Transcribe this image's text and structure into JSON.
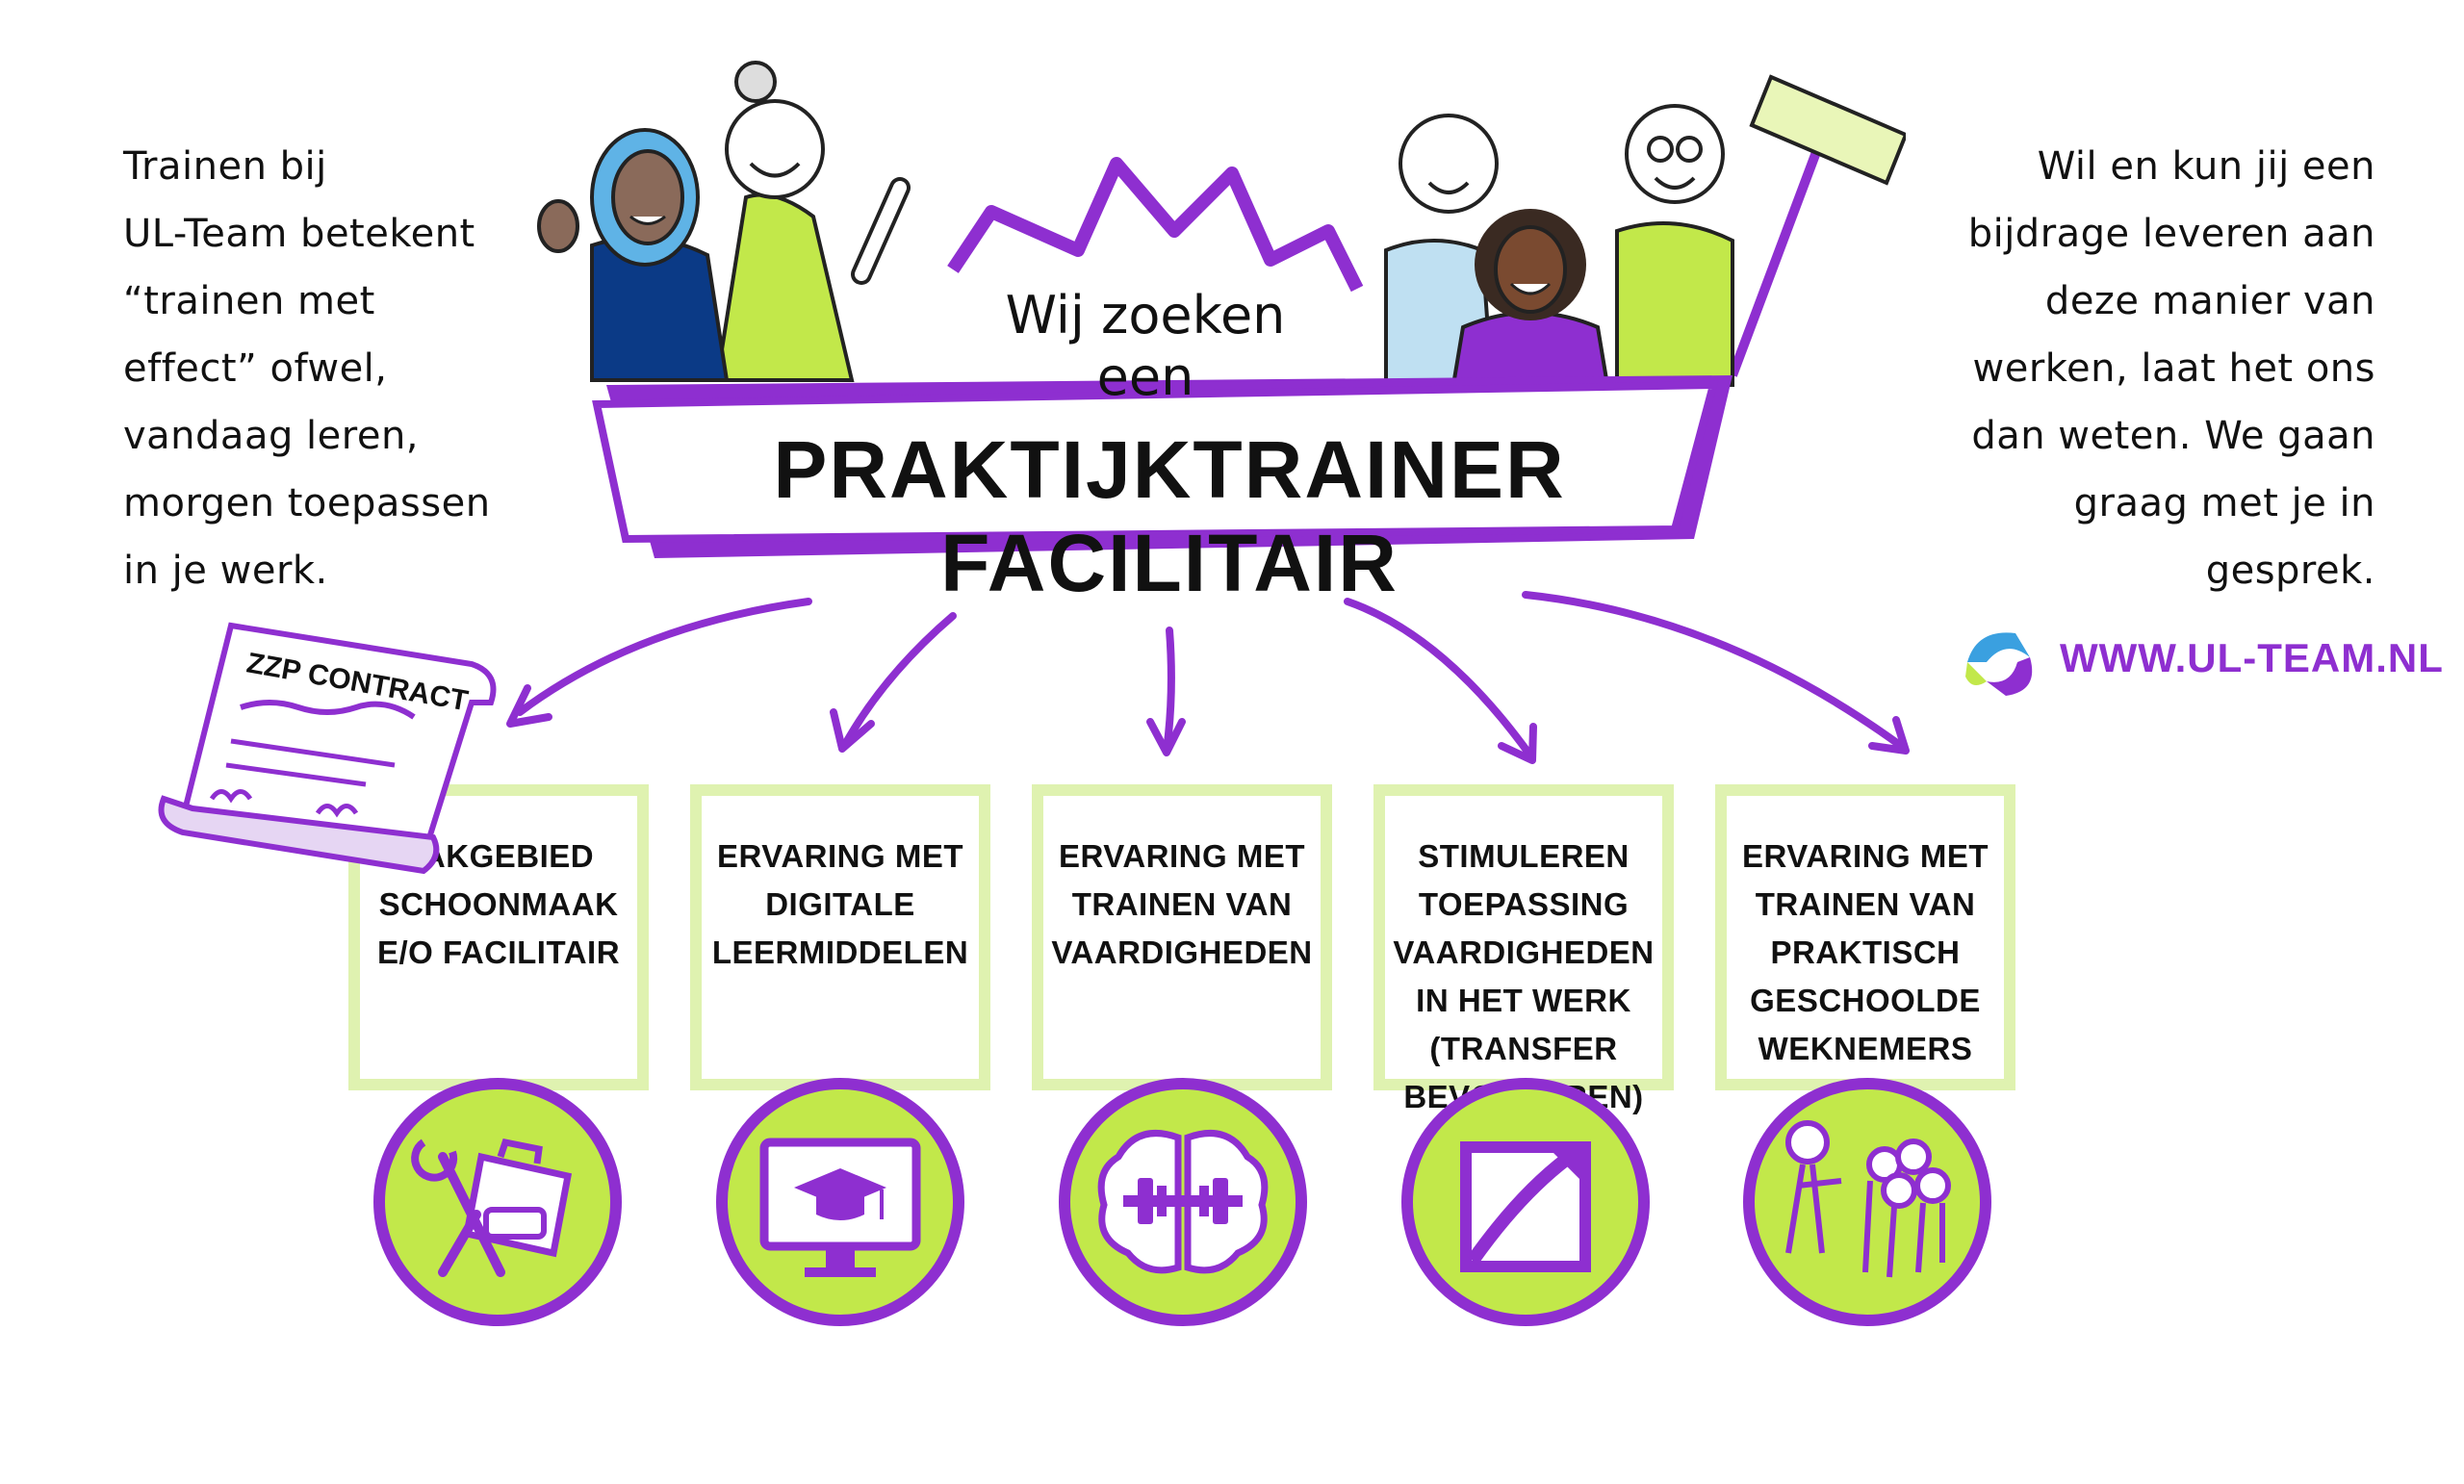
{
  "left_text": [
    "Trainen bij",
    "UL-Team betekent",
    "“trainen met",
    "effect” ofwel,",
    "vandaag leren,",
    "morgen toepassen",
    "in je werk."
  ],
  "right_text": [
    "Wil en kun jij een",
    "bijdrage leveren aan",
    "deze manier van",
    "werken, laat het ons",
    "dan weten. We gaan",
    "graag met je in",
    "gesprek."
  ],
  "banner": {
    "subtitle_line1": "Wij zoeken",
    "subtitle_line2": "een",
    "title_word1": "PRAKTIJKTRAINER",
    "title_word2": "FACILITAIR"
  },
  "scroll_label": "ZZP CONTRACT",
  "cards": [
    {
      "text": "Vakgebied schoonmaak e/o facilitair",
      "icon": "cleaning-tools-icon"
    },
    {
      "text": "Ervaring met digitale leermiddelen",
      "icon": "monitor-graduation-cap-icon"
    },
    {
      "text": "Ervaring met trainen van vaardigheden",
      "icon": "brain-dumbbell-icon"
    },
    {
      "text": "Stimuleren toepassing vaardigheden in het werk (transfer bevorderen)",
      "icon": "transfer-arrow-icon"
    },
    {
      "text": "Ervaring met trainen van praktisch geschoolde weknemers",
      "icon": "group-of-people-icon"
    }
  ],
  "website": "WWW.UL-TEAM.NL",
  "colors": {
    "accent_purple": "#8e2fd0",
    "accent_green": "#c2e84a",
    "card_border": "#dff2b0"
  }
}
